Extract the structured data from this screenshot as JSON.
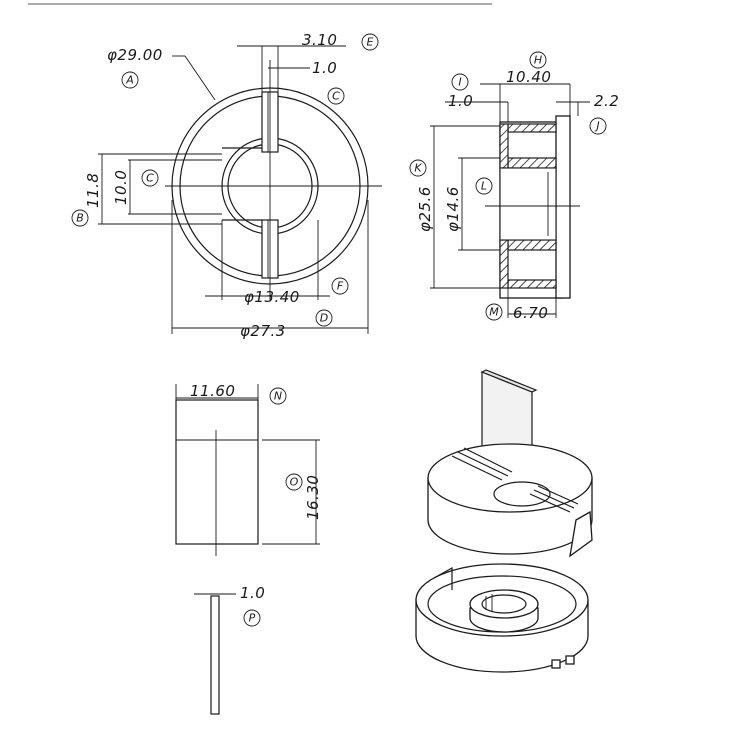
{
  "dimensions": {
    "outer_dia_top": "φ29.00",
    "slot_width": "3.10",
    "slot_inner": "1.0",
    "height_118": "11.8",
    "height_100": "10.0",
    "inner_dia": "φ13.40",
    "outer_dia_bottom": "φ27.3",
    "side_width": "10.40",
    "side_left": "1.0",
    "side_right": "2.2",
    "side_outer_dia": "φ25.6",
    "side_inner_dia": "φ14.6",
    "side_bottom": "6.70",
    "plate_width": "11.60",
    "plate_height": "16.30",
    "plate_thickness": "1.0"
  },
  "callouts": {
    "A": "A",
    "B": "B",
    "C": "C",
    "D": "D",
    "E": "E",
    "F": "F",
    "H": "H",
    "I": "I",
    "J": "J",
    "K": "K",
    "L": "L",
    "M": "M",
    "N": "N",
    "O": "O",
    "P": "P"
  }
}
